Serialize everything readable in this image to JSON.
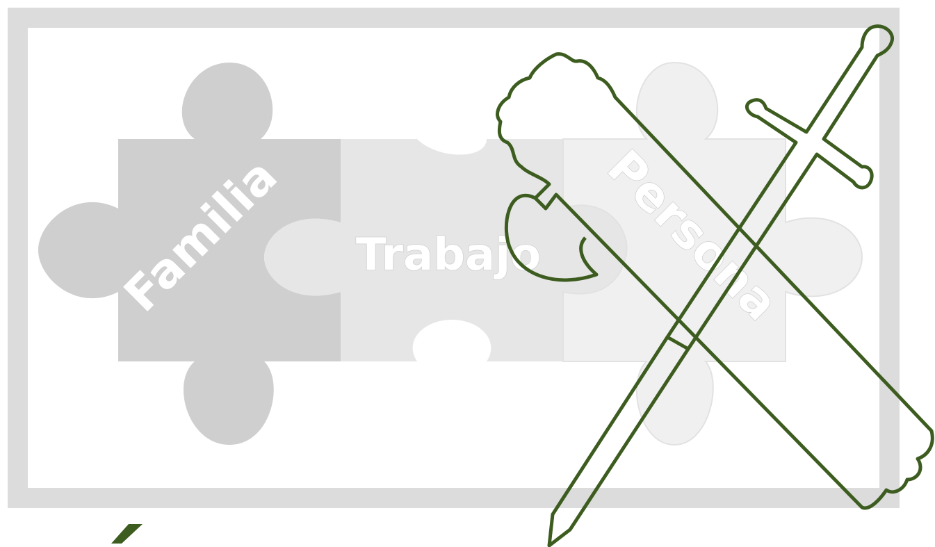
{
  "puzzle": {
    "pieces": [
      {
        "label": "Familia",
        "tone": "#cfcfcf"
      },
      {
        "label": "Trabajo",
        "tone": "#e4e4e4"
      },
      {
        "label": "Persona",
        "tone": "#efefef"
      }
    ]
  },
  "emblem": {
    "outline_color": "#3d5c1f",
    "parts": [
      "sword-icon",
      "fasces-axe-icon"
    ]
  },
  "colors": {
    "frame": "#dcdcdc",
    "background": "#ffffff",
    "accent": "#3d5c1f"
  }
}
